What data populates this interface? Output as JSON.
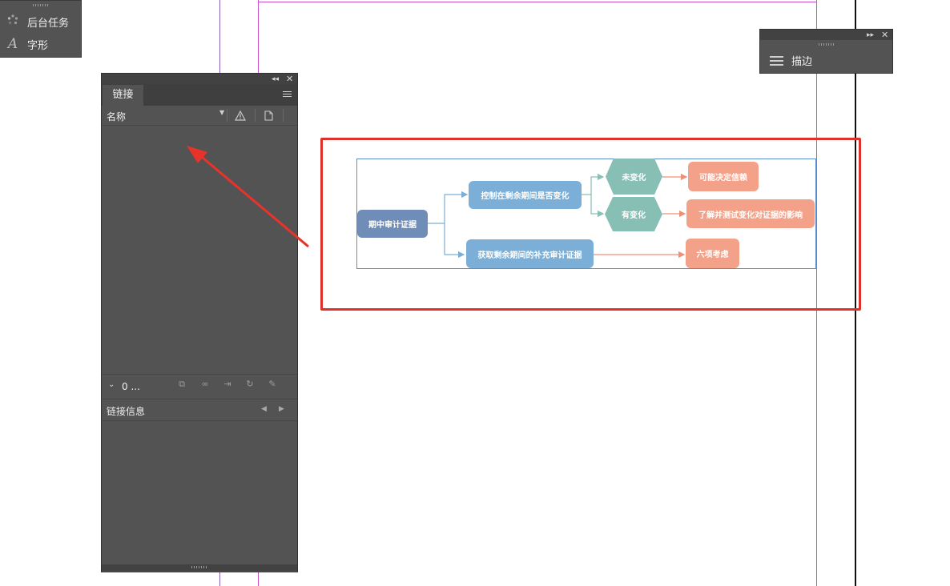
{
  "top_panel": {
    "items": [
      {
        "label": "后台任务",
        "icon": "background-tasks-icon"
      },
      {
        "label": "字形",
        "icon": "glyphs-icon"
      }
    ]
  },
  "links_panel": {
    "tab": "链接",
    "column_name": "名称",
    "count_label": "0 ...",
    "info_label": "链接信息"
  },
  "stroke_panel": {
    "label": "描边"
  },
  "flowchart": {
    "root": "期中审计证据",
    "branch_a": "控制在剩余期间是否变化",
    "branch_b": "获取剩余期间的补充审计证据",
    "hex_a": "未变化",
    "hex_b": "有变化",
    "result_a": "可能决定信赖",
    "result_b": "了解并测试变化对证据的影响",
    "result_c": "六项考虑"
  },
  "colors": {
    "panel_bg": "#535353",
    "highlight_box": "#e0302a",
    "margin_guide": "#c94fd0",
    "flow_blue": "#7bafd7",
    "flow_navy": "#6f8db6",
    "flow_salmon": "#f4a189",
    "flow_teal": "#87bfb5"
  }
}
